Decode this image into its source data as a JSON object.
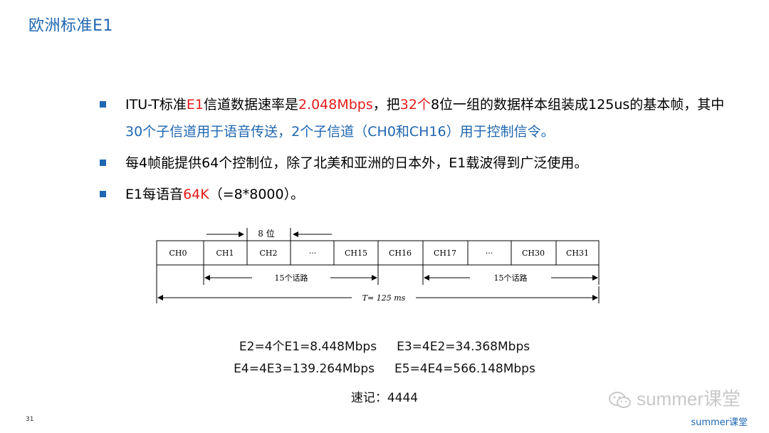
{
  "title": "欧洲标准E1",
  "bullets": [
    {
      "segments": [
        {
          "text": "ITU-T标准",
          "color": "black"
        },
        {
          "text": "E1",
          "color": "red"
        },
        {
          "text": "信道数据速率是",
          "color": "black"
        },
        {
          "text": "2.048Mbps",
          "color": "red"
        },
        {
          "text": "，把",
          "color": "black"
        },
        {
          "text": "32个",
          "color": "red"
        },
        {
          "text": "8位一组的数据样本组装成125us的基本帧，其中",
          "color": "black"
        },
        {
          "text": "30个子信道用于语音传送，2个子信道（CH0和CH16）用于控制信令。",
          "color": "blue"
        }
      ]
    },
    {
      "segments": [
        {
          "text": "每4帧能提供64个控制位，除了北美和亚洲的日本外，E1载波得到广泛使用。",
          "color": "black"
        }
      ]
    },
    {
      "segments": [
        {
          "text": "E1每语音",
          "color": "black"
        },
        {
          "text": "64K",
          "color": "red"
        },
        {
          "text": "（=8*8000）。",
          "color": "black"
        }
      ]
    }
  ],
  "diagram": {
    "bit_label": "8 位",
    "channels": [
      "CH0",
      "CH1",
      "CH2",
      "···",
      "CH15",
      "CH16",
      "CH17",
      "···",
      "CH30",
      "CH31"
    ],
    "span_left": "15个话路",
    "span_right": "15个话路",
    "frame_label": "T= 125 ms"
  },
  "formulas": {
    "line1_a": "E2=4个E1=8.448Mbps",
    "line1_b": "E3=4E2=34.368Mbps",
    "line2_a": "E4=4E3=139.264Mbps",
    "line2_b": "E5=4E4=566.148Mbps",
    "line3": "速记：4444"
  },
  "page_number": "31",
  "watermark": "summer课堂",
  "brand": "summer课堂",
  "colors": {
    "accent": "#1f67b1",
    "red": "#e31c1c"
  }
}
